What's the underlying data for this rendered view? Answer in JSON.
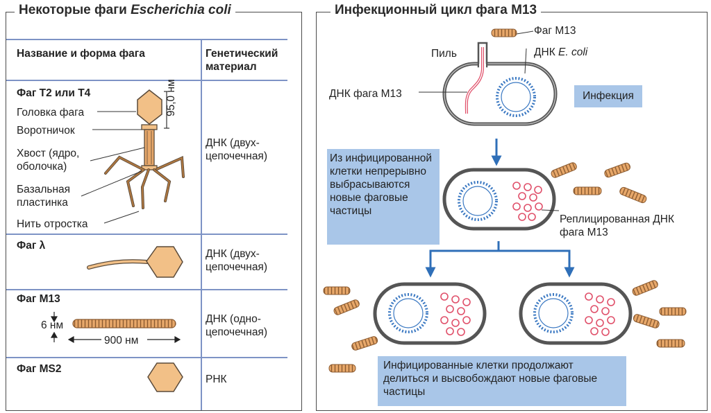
{
  "left": {
    "title_prefix": "Некоторые фаги ",
    "title_species": "Escherichia coli",
    "header_col1": "Название и форма фага",
    "header_col2": "Генетический материал",
    "rows": [
      {
        "name": "Фаг T2 или T4",
        "parts": [
          "Головка фага",
          "Воротничок",
          "Хвост (ядро, оболочка)",
          "Базальная пластинка",
          "Нить отростка"
        ],
        "dimension": "95,0 нм",
        "genetic": "ДНК (двух-цепочечная)"
      },
      {
        "name": "Фаг λ",
        "genetic": "ДНК (двух-цепочечная)"
      },
      {
        "name": "Фаг M13",
        "width": "6 нм",
        "length": "900 нм",
        "genetic": "ДНК (одно-цепочечная)"
      },
      {
        "name": "Фаг MS2",
        "genetic": "РНК"
      }
    ]
  },
  "right": {
    "title": "Инфекционный цикл фага M13",
    "label_phage": "Фаг M13",
    "label_pilus": "Пиль",
    "label_ecoli_dna_prefix": "ДНК ",
    "label_ecoli_dna_species": "E. coli",
    "label_phage_dna": "ДНК фага M13",
    "box_infection": "Инфекция",
    "box_release": "Из инфицированной клетки непрерывно выбрасываются новые фаговые частицы",
    "label_replicated_dna": "Реплицированная ДНК фага M13",
    "box_division": "Инфицированные клетки продолжают делиться и высвобождают новые фаговые частицы"
  },
  "colors": {
    "panel_border": "#4a4a4a",
    "table_lines": "#7d93c5",
    "phage_head": "#f2c087",
    "phage_outline": "#5a4a3a",
    "phage_rod": "#e8a86a",
    "cell_wall": "#555555",
    "dna_ring": "#3a78c2",
    "phage_dna": "#e0506a",
    "arrow": "#2f6fb8",
    "info_box": "#a9c6e8"
  }
}
